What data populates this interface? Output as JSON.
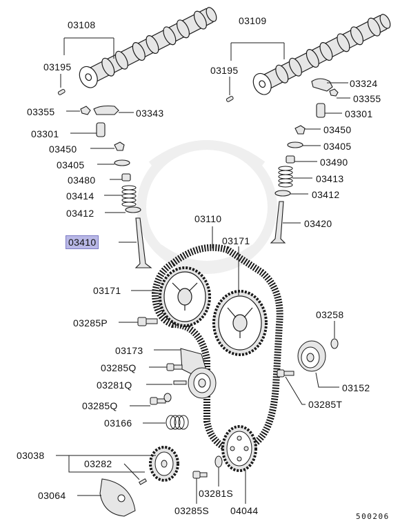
{
  "colors": {
    "line": "#1a1a1a",
    "fill": "#e6e6e6",
    "watermark": "#f0f0f0",
    "highlight": "#b9b8e6"
  },
  "labels": {
    "p03108": "03108",
    "p03109": "03109",
    "p03195_left": "03195",
    "p03195_right": "03195",
    "p03324": "03324",
    "p03355_right": "03355",
    "p03355_left": "03355",
    "p03343": "03343",
    "p03301_right": "03301",
    "p03301_left": "03301",
    "p03450_right": "03450",
    "p03450_left": "03450",
    "p03405_right": "03405",
    "p03405_left": "03405",
    "p03490": "03490",
    "p03480": "03480",
    "p03413": "03413",
    "p03414": "03414",
    "p03412_right": "03412",
    "p03412_left": "03412",
    "p03110": "03110",
    "p03420": "03420",
    "p03410": "03410",
    "p03171_top": "03171",
    "p03171_left": "03171",
    "p03258": "03258",
    "p03285P": "03285P",
    "p03173": "03173",
    "p03285Q_top": "03285Q",
    "p03281Q": "03281Q",
    "p03152": "03152",
    "p03285Q_bottom": "03285Q",
    "p03285T": "03285T",
    "p03166": "03166",
    "p03038": "03038",
    "p03282": "03282",
    "p03064": "03064",
    "p03281S": "03281S",
    "p03285S": "03285S",
    "p04044": "04044"
  },
  "diagram_code": "500206"
}
